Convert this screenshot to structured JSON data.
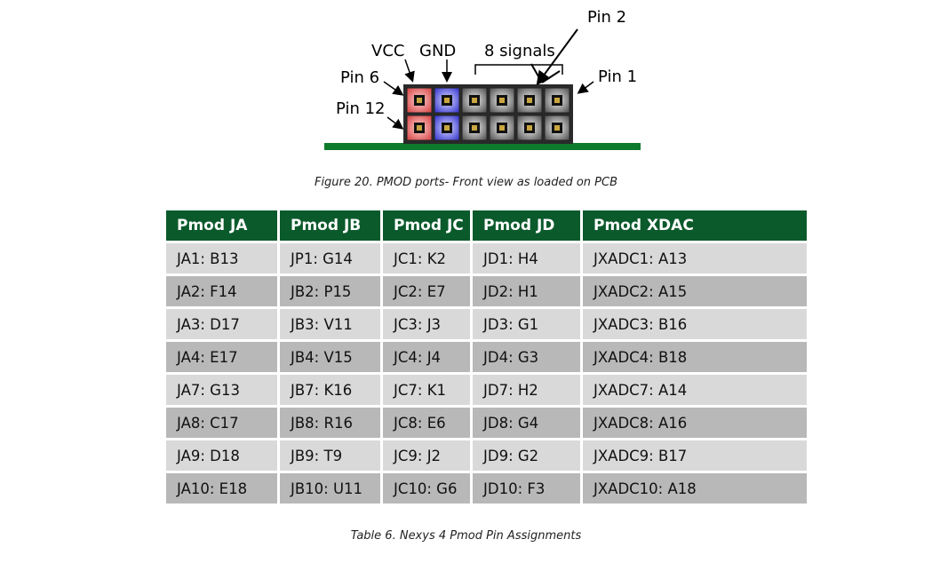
{
  "figure": {
    "labels": {
      "vcc": "VCC",
      "gnd": "GND",
      "signals": "8 signals",
      "pin2": "Pin 2",
      "pin1": "Pin 1",
      "pin6": "Pin 6",
      "pin12": "Pin 12"
    },
    "colors": {
      "pcb": "#0e7a2c",
      "vcc_pin": "#e06060",
      "gnd_pin": "#5a5ad8",
      "signal_pin": "#8a8a8a",
      "connector_body": "#2a2a2a"
    },
    "caption": "Figure 20. PMOD ports- Front view as loaded on PCB"
  },
  "table": {
    "headers": [
      "Pmod JA",
      "Pmod JB",
      "Pmod JC",
      "Pmod JD",
      "Pmod XDAC"
    ],
    "rows": [
      [
        "JA1: B13",
        "JP1: G14",
        "JC1: K2",
        "JD1: H4",
        "JXADC1: A13"
      ],
      [
        "JA2: F14",
        "JB2: P15",
        "JC2: E7",
        "JD2: H1",
        "JXADC2: A15"
      ],
      [
        "JA3: D17",
        "JB3: V11",
        "JC3: J3",
        "JD3: G1",
        "JXADC3: B16"
      ],
      [
        "JA4: E17",
        "JB4: V15",
        "JC4: J4",
        "JD4: G3",
        "JXADC4: B18"
      ],
      [
        "JA7: G13",
        "JB7: K16",
        "JC7: K1",
        "JD7: H2",
        "JXADC7: A14"
      ],
      [
        "JA8: C17",
        "JB8: R16",
        "JC8: E6",
        "JD8: G4",
        "JXADC8: A16"
      ],
      [
        "JA9: D18",
        "JB9: T9",
        "JC9: J2",
        "JD9: G2",
        "JXADC9: B17"
      ],
      [
        "JA10: E18",
        "JB10: U11",
        "JC10: G6",
        "JD10: F3",
        "JXADC10: A18"
      ]
    ],
    "caption": "Table 6. Nexys 4 Pmod Pin Assignments"
  }
}
